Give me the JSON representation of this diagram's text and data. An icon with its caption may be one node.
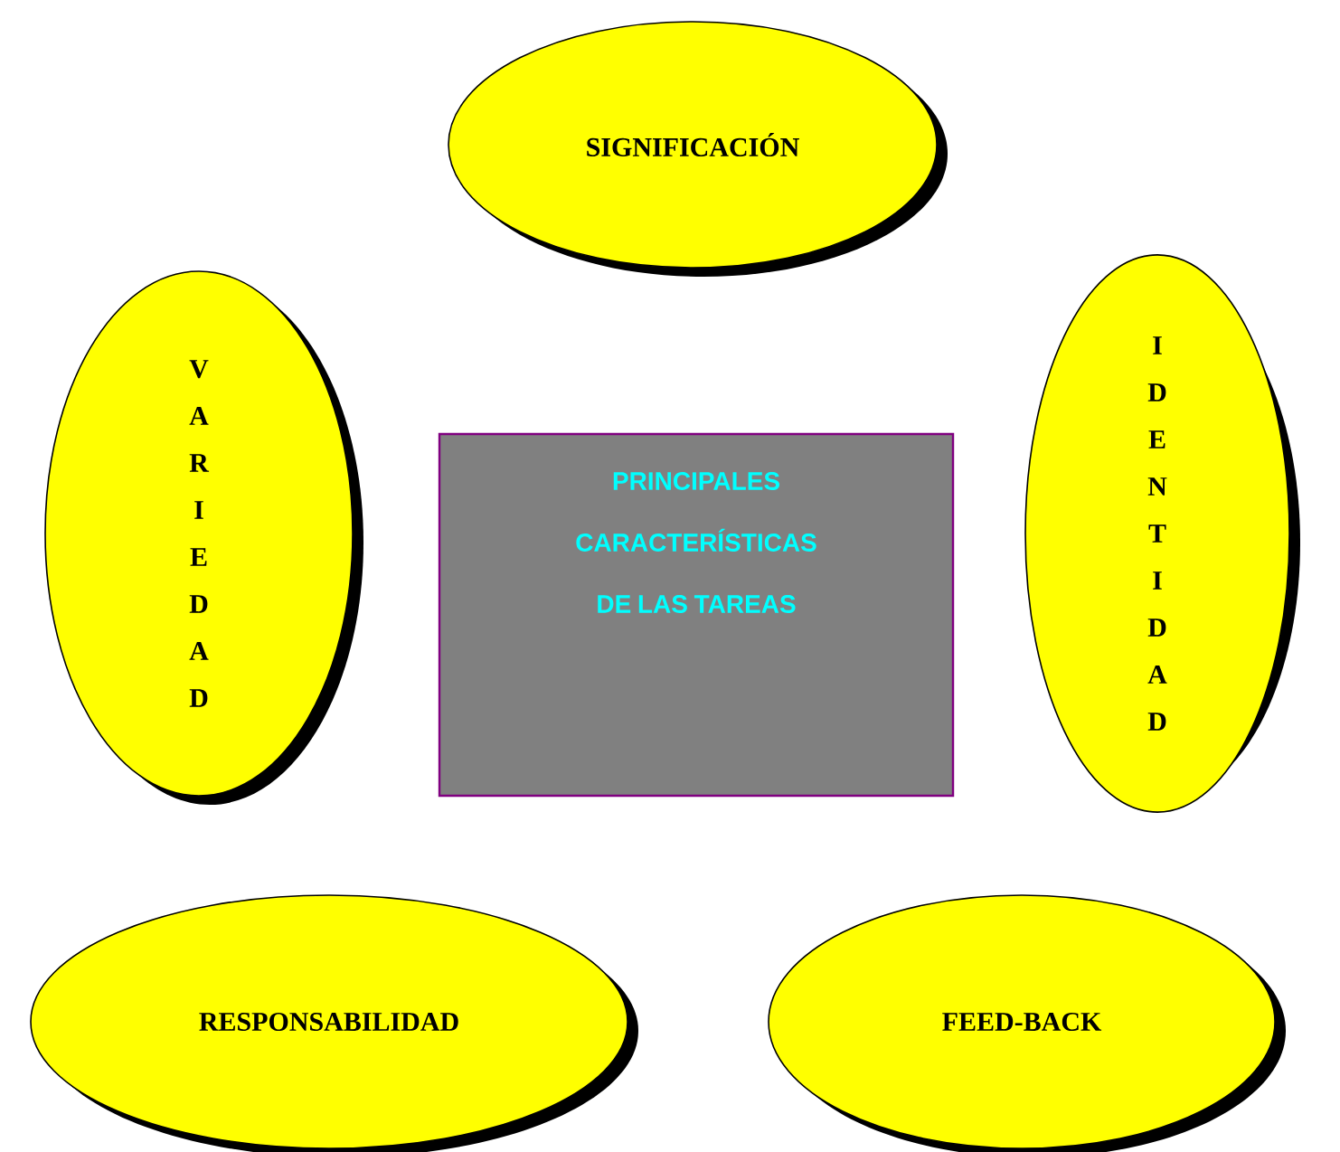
{
  "diagram": {
    "nodes": [
      {
        "text": [
          "SIGNIFICACIÓN"
        ]
      },
      {
        "text": [
          "VARIEDAD"
        ]
      },
      {
        "text": [
          "PRINCIPALES CARACTERÍSTICAS DE LAS TAREAS"
        ]
      },
      {
        "text": [
          "IDENTIDAD"
        ]
      },
      {
        "text": [
          "RESPONSABILIDAD"
        ]
      },
      {
        "text": [
          "FEED-BACK"
        ]
      }
    ]
  }
}
